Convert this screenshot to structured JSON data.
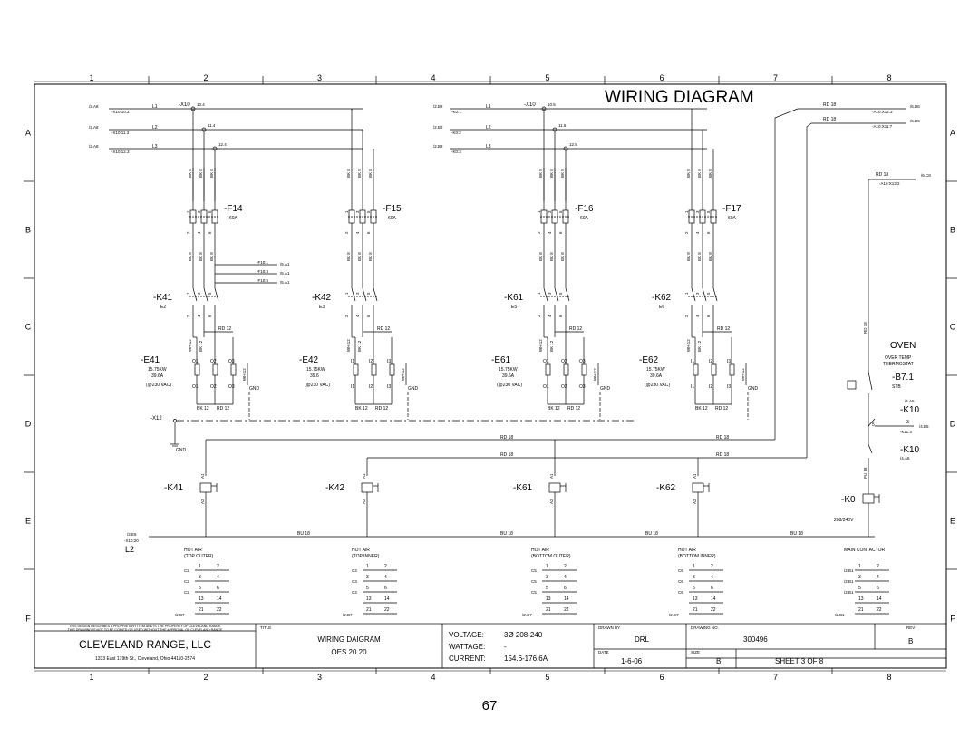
{
  "title": "WIRING DIAGRAM",
  "page_number": "67",
  "columns": [
    "1",
    "2",
    "3",
    "4",
    "5",
    "6",
    "7",
    "8"
  ],
  "rows": [
    "A",
    "B",
    "C",
    "D",
    "E",
    "F"
  ],
  "phases": {
    "left_refs": [
      "/2.A8",
      "/2.A8",
      "/2.A8"
    ],
    "left_x10": [
      "-X10:10.3",
      "-X10:11.3",
      "-X10:12.3"
    ],
    "left_lines": [
      "L1",
      "L2",
      "L3"
    ],
    "left_terms": [
      "10.4",
      "11.4",
      "12.4"
    ],
    "right_refs": [
      "/2.B2",
      "/2.B2",
      "/2.B2"
    ],
    "right_k0": [
      "-K0:1",
      "-K0:2",
      "-K0:3"
    ],
    "right_terms": [
      "10.5",
      "11.5",
      "12.5"
    ],
    "x10": "-X10"
  },
  "groups": [
    {
      "fuse": "-F14",
      "amps": "60A",
      "contactor": "-K41",
      "code": "E2",
      "element": "-E41",
      "kw": "15.75KW",
      "amp": "39.6A",
      "volt": "(@230 VAC)",
      "dot": "."
    },
    {
      "fuse": "-F15",
      "amps": "60A",
      "contactor": "-K42",
      "code": "E3",
      "element": "-E42",
      "kw": "15.75KW",
      "amp": "39.6",
      "volt": "(@230 VAC)",
      "dot": ""
    },
    {
      "fuse": "-F16",
      "amps": "60A",
      "contactor": "-K61",
      "code": "E5",
      "element": "-E61",
      "kw": "15.75KW",
      "amp": "39.6A",
      "volt": "(@230 VAC)",
      "dot": ""
    },
    {
      "fuse": "-F17",
      "amps": "60A",
      "contactor": "-K62",
      "code": "E6",
      "element": "-E62",
      "kw": "15.75KW",
      "amp": "39.6A",
      "volt": "(@230 VAC)",
      "dot": ""
    }
  ],
  "wire": {
    "bk8": "BK 8",
    "bk12": "BK 12",
    "rd12": "RD 12",
    "wh12": "WH 12",
    "rd18": "RD 18",
    "bu18": "BU 18",
    "pu18": "PU 18",
    "gnd": "GND"
  },
  "f10": {
    "labels": [
      "-F10:1",
      "-F10:3",
      "-F10:5"
    ],
    "refs": [
      "/5.A1",
      "/5.A1",
      "/5.A1"
    ]
  },
  "top_right": {
    "a10_1": "-A10:X12:3",
    "ref1": "/6.D6",
    "a10_2": "-A10:X11:7",
    "ref2": "/6.D5",
    "a10_3": "-A10:X13:2",
    "ref3": "/6.C8"
  },
  "oven": {
    "title": "OVEN",
    "sub1": "OVER TEMP",
    "sub2": "THERMOSTAT",
    "b71": "-B7.1",
    "stb": "STB",
    "k10": "-K10",
    "k10_ref": "/4.A5",
    "k113": "-K11:3",
    "k113_ref": "/4.B5",
    "k10b": "-K10",
    "k10b_ref": "/4.A5",
    "k0": "-K0",
    "k0_volt": "208/240V"
  },
  "x12": "-X12",
  "e6": "/2.E6",
  "x10_20": "-X10:20",
  "l2": "L2",
  "coils": [
    "-K41",
    "-K42",
    "-K61",
    "-K62"
  ],
  "contacts": [
    {
      "line1": "HOT AIR",
      "line2": "(TOP OUTER)",
      "coil": "C2",
      "ref": "/2.B7"
    },
    {
      "line1": "HOT AIR",
      "line2": "(TOP INNER)",
      "coil": "C3",
      "ref": "/2.B7"
    },
    {
      "line1": "HOT AIR",
      "line2": "(BOTTOM OUTER)",
      "coil": "C5",
      "ref": "/2.C7"
    },
    {
      "line1": "HOT AIR",
      "line2": "(BOTTOM INNER)",
      "coil": "C6",
      "ref": "/2.C7"
    },
    {
      "line1": "MAIN CONTACTOR",
      "line2": "",
      "coil": "",
      "ref": "/2.B1"
    }
  ],
  "title_block": {
    "disclaimer1": "THIS DESIGN DESCRIBES A PROPRIETARY ITEM AND IS THE PROPERTY OF CLEVELAND RANGE",
    "disclaimer2": "THIS DRAWING IS NOT TO BE COPIED OR USED WITHOUT THE APPROVAL OF CLEVELAND RANGE",
    "company": "CLEVELAND RANGE, LLC",
    "address": "1333 East 179th St., Cleveland, Ohio 44110-2574",
    "title_lbl": "TITLE",
    "title1": "WIRING DAIGRAM",
    "title2": "OES 20.20",
    "voltage_lbl": "VOLTAGE:",
    "voltage": "3Ø 208-240",
    "wattage_lbl": "WATTAGE:",
    "wattage": "-",
    "current_lbl": "CURRENT:",
    "current": "154.6-176.6A",
    "drawn_lbl": "DRAWN BY",
    "drawn": "DRL",
    "dwgno_lbl": "DRAWING NO.",
    "dwgno": "300496",
    "rev_lbl": "REV",
    "rev": "B",
    "date_lbl": "DATE",
    "date": "1-6-06",
    "size_lbl": "SIZE",
    "size": "B",
    "sheet": "SHEET 3  OF  8"
  }
}
